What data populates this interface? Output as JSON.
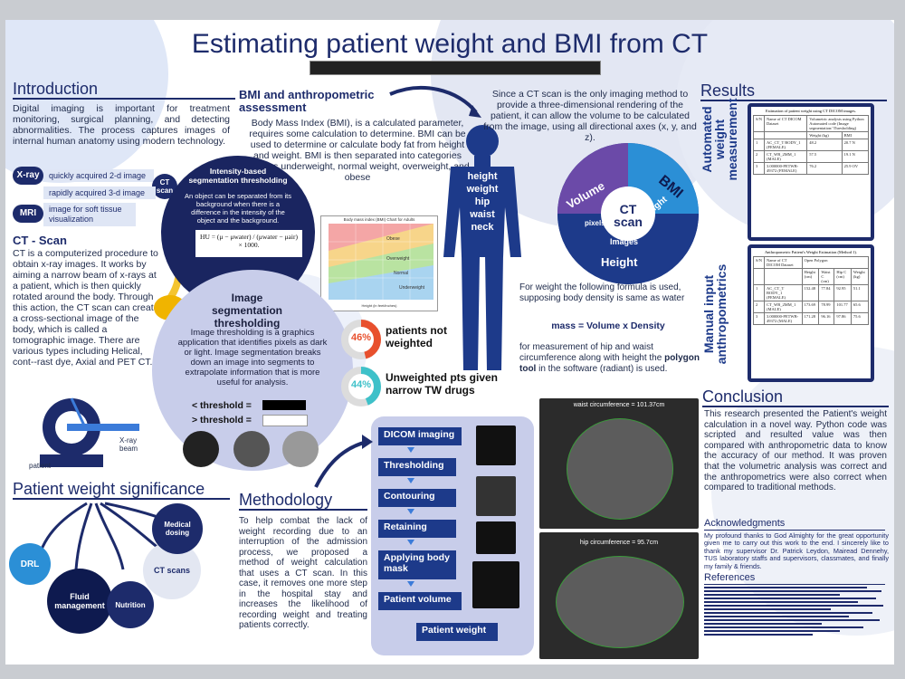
{
  "title": "Estimating patient weight and BMI from CT",
  "introduction": {
    "heading": "Introduction",
    "text": "Digital imaging is important for treatment monitoring, surgical planning, and detecting abnormalities. The process captures images of internal human anatomy using modern technology.",
    "items": [
      {
        "tag": "X-ray",
        "desc": "quickly acquired 2-d image"
      },
      {
        "tag": "CT scan",
        "desc": "rapidly acquired 3-d image"
      },
      {
        "tag": "MRI",
        "desc": "image for soft tissue visualization"
      }
    ]
  },
  "ct_scan": {
    "heading": "CT - Scan",
    "text": "CT is a computerized procedure to obtain x-ray images. It works by aiming a narrow beam of x-rays at a patient, which is then quickly rotated around the body. Through this action, the CT scan can create a cross-sectional image of the body, which is called a tomographic image. There are various types including Helical, cont--rast dye, Axial and PET CT.",
    "label_beam": "X-ray beam",
    "label_patient": "patient"
  },
  "bmi": {
    "heading": "BMI and anthropometric assessment",
    "text": "Body Mass Index (BMI), is a calculated parameter, requires some calculation to determine. BMI can be used to determine or calculate body fat from height and weight. BMI is then separated into categories such as underweight, normal weight, overweight, and obese",
    "chart_title": "Body mass index (BMI) Chart for Adults",
    "zones": [
      "Obese",
      "Overweight",
      "Normal",
      "Underweight"
    ],
    "xlabel": "Height (in feet/inches)",
    "ylabel": "Weight (lbs)"
  },
  "intensity": {
    "title": "Intensity-based segmentation thresholding",
    "text": "An object can be separated from its background when there is a difference in the intensity of the object and the background.",
    "formula": "HU = (μ − μwater) / (μwater − μair) × 1000."
  },
  "segmentation": {
    "title": "Image segmentation thresholding",
    "text": "Image thresholding is a graphics application that identifies pixels as dark or light. Image segmentation breaks down an image into segments to extrapolate information that is more useful for analysis.",
    "below": "< threshold =",
    "above": "> threshold ="
  },
  "stats": [
    {
      "value": "46%",
      "label": "patients not weighted",
      "color": "#e8502d"
    },
    {
      "value": "44%",
      "label": "Unweighted pts given narrow TW drugs",
      "color": "#3ec1c9"
    }
  ],
  "body_labels": [
    "height",
    "weight",
    "hip",
    "waist",
    "neck"
  ],
  "ct_intro": "Since a CT scan is the only imaging method to provide a three-dimensional rendering of the patient, it can allow the volume to be calculated from the image, using all directional axes (x, y, and z).",
  "wheel": {
    "center": "CT scan",
    "segments": [
      "Volume",
      "pixels",
      "BMI",
      "weight",
      "Images",
      "Height"
    ]
  },
  "formula": {
    "intro": "For weight the following formula is used, supposing body density is same as water",
    "equation": "mass = Volume x Density",
    "hip_text_a": "for measurement of hip and waist circumference along with height the",
    "hip_bold": "polygon tool",
    "hip_text_b": "in the software (radiant) is used."
  },
  "weight_significance": {
    "heading": "Patient weight significance",
    "items": [
      "DRL",
      "Fluid management",
      "Nutrition",
      "CT scans",
      "Medical dosing"
    ]
  },
  "methodology": {
    "heading": "Methodology",
    "text": "To help combat the lack of weight recording due to an interruption of the admission process, we proposed a method of weight calculation that uses a CT scan. In this case, it removes one more step in the hospital stay and increases the likelihood of recording weight and treating patients correctly.",
    "steps": [
      "DICOM imaging",
      "Thresholding",
      "Contouring",
      "Retaining",
      "Applying body mask",
      "Patient volume",
      "Patient weight"
    ]
  },
  "scans": {
    "waist": "waist circumference = 101.37cm",
    "hip": "hip circumference = 95.7cm"
  },
  "results": {
    "heading": "Results",
    "auto_label": "Automated weight measurement",
    "manual_label": "Manual input anthropometrics",
    "table1": {
      "caption": "Estimation of patient weight using CT DICOM images.",
      "headers": [
        "S/N",
        "Name of CT DICOM Dataset",
        "Volumetric analysis using Python Automated code (Image segmentation/ Thresholding)",
        "Weight (kg)",
        "BMI"
      ],
      "rows": [
        [
          "1",
          "AC_CT_T BODY_1 (FEMALE)",
          "48.2",
          "20.7 N"
        ],
        [
          "2",
          "CT_WB_2MM_1 (MALE)",
          "57.5",
          "19.1 N"
        ],
        [
          "3",
          "3.000000-PETWB-49372 (FEMALE)",
          "76.2",
          "25.9 OV"
        ]
      ]
    },
    "table2": {
      "caption": "Anthropometric Patient's Weight Estimation (Method 1).",
      "headers": [
        "S/N",
        "Name of CT DICOM Dataset",
        "Open Polygon",
        "Height (cm)",
        "Waist C (cm)",
        "Hip C (cm)",
        "Weight (kg)"
      ],
      "rows": [
        [
          "1",
          "AC_CT_T BODY_1 (FEMALE)",
          "152.48",
          "77.84",
          "92.95",
          "51.1"
        ],
        [
          "2",
          "CT_WB_2MM_1 (MALE)",
          "173.69",
          "78.99",
          "101.77",
          "65.6"
        ],
        [
          "3",
          "3.000000-PETWB-49372 (MALE)",
          "171.28",
          "96.16",
          "97.86",
          "75.6"
        ]
      ]
    }
  },
  "conclusion": {
    "heading": "Conclusion",
    "text": "This research presented the Patient's weight calculation in a novel way. Python code was scripted and resulted value was then compared with anthropometric data to know the accuracy of our method. It was proven that the volumetric analysis was correct and the anthropometrics were also correct when compared to traditional methods."
  },
  "acknowledgments": {
    "heading": "Acknowledgments",
    "text": "My profound thanks to God Almighty for the great opportunity given me to carry out this work to the end. I sincerely like to thank my supervisor Dr. Patrick Leydon, Mairead Dennehy, TUS laboratory staffs and supervisors, classmates, and finally my family & friends."
  },
  "references": {
    "heading": "References"
  }
}
